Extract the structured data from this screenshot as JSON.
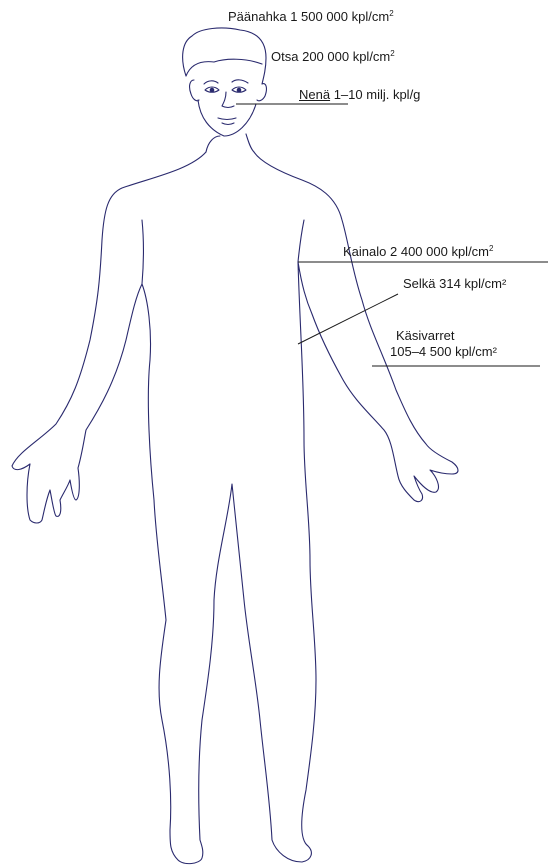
{
  "labels": {
    "scalp": {
      "name": "Päänahka",
      "value": "1 500 000 kpl/cm",
      "sup": "2"
    },
    "forehead": {
      "name": "Otsa",
      "value": "200 000 kpl/cm",
      "sup": "2"
    },
    "nose": {
      "name": "Nenä",
      "value": "1–10 milj. kpl/g"
    },
    "armpit": {
      "name": "Kainalo",
      "value": "2 400 000 kpl/cm",
      "sup": "2"
    },
    "back": {
      "text": "Selkä 314 kpl/cm²"
    },
    "arms": {
      "line1": "Käsivarret",
      "line2": "105–4 500 kpl/cm²"
    }
  },
  "colors": {
    "outline": "#2a2a6e",
    "text": "#1a1a1a"
  }
}
